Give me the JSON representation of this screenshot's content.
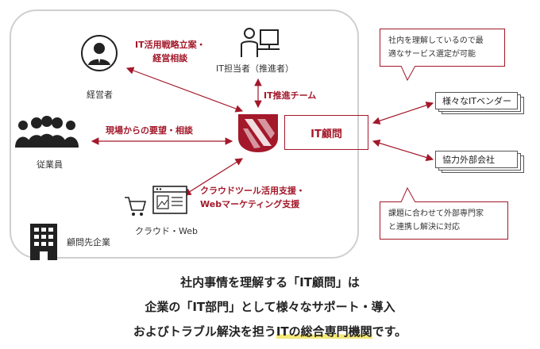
{
  "entities": {
    "management": "経営者",
    "it_staff": "IT担当者（推進者）",
    "employees": "従業員",
    "cloud_web": "クラウド・Web",
    "client_company": "顧問先企業",
    "it_advisor": "IT顧問",
    "vendors": "様々なITベンダー",
    "partners": "協力外部会社"
  },
  "relations": {
    "strategy": [
      "IT活用戦略立案・",
      "経営相談"
    ],
    "it_team": "IT推進チーム",
    "requests": "現場からの要望・相談",
    "cloud_support": [
      "クラウドツール活用支援・",
      "Webマーケティング支援"
    ]
  },
  "bubbles": {
    "top": [
      "社内を理解しているので最",
      "適なサービス選定が可能"
    ],
    "bottom": [
      "課題に合わせて外部専門家",
      "と連携し解決に対応"
    ]
  },
  "tagline": {
    "line1": "社内事情を理解する「IT顧問」は",
    "line2": "企業の「IT部門」として様々なサポート・導入",
    "line3_a": "およびトラブル解決を担う",
    "line3_b": "ITの総合専門機関",
    "line3_c": "です。"
  },
  "colors": {
    "accent": "#a3182a",
    "highlight": "#f4e878",
    "border": "#cfcfcf"
  }
}
